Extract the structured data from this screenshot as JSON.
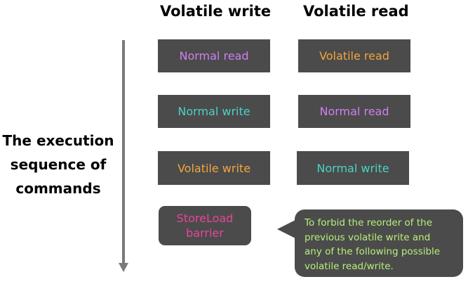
{
  "headers": {
    "volatile_write": "Volatile write",
    "volatile_read": "Volatile read"
  },
  "axis": {
    "label_lines": [
      "The execution",
      "sequence of",
      "commands"
    ]
  },
  "volatile_write_column": [
    {
      "text": "Normal read",
      "color": "#d07ef2"
    },
    {
      "text": "Normal write",
      "color": "#4ad3c4"
    },
    {
      "text": "Volatile write",
      "color": "#f2a53d"
    }
  ],
  "volatile_read_column": [
    {
      "text": "Volatile read",
      "color": "#f2a53d"
    },
    {
      "text": "Normal read",
      "color": "#d07ef2"
    },
    {
      "text": "Normal write",
      "color": "#4ad3c4"
    }
  ],
  "barrier": {
    "line1": "StoreLoad",
    "line2": "barrier",
    "color": "#e8449a"
  },
  "callout": {
    "lines": [
      "To forbid the reorder of the",
      "previous volatile write and",
      "any of the following possible",
      "volatile read/write."
    ],
    "color": "#b7f07a"
  },
  "colors": {
    "box_background": "#4b4b4b",
    "arrow": "#7a7a7a"
  }
}
